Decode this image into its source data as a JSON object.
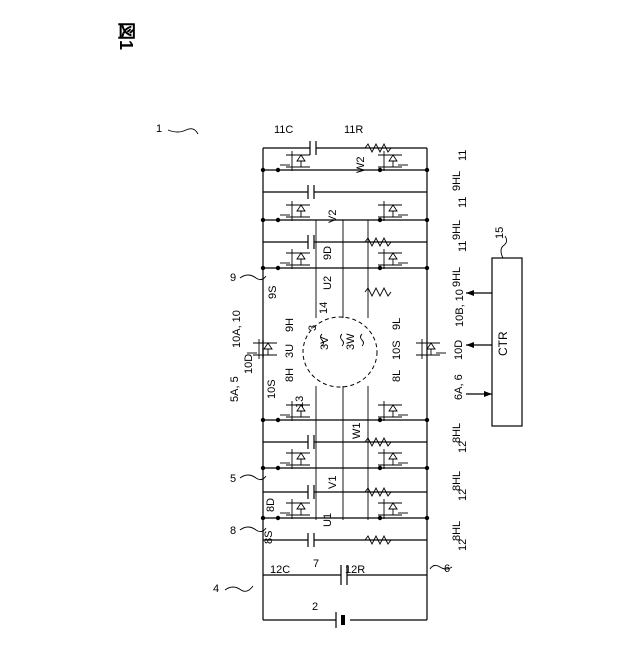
{
  "figure_title": "図1",
  "refs": {
    "r1": "1",
    "r2": "2",
    "r3": "3",
    "r4": "4",
    "r5": "5",
    "r6": "6",
    "r7": "7",
    "r8": "8",
    "r9": "9",
    "r13": "13",
    "r14": "14",
    "r15": "15",
    "c11C": "11C",
    "r11R": "11R",
    "c12C": "12C",
    "r12R": "12R",
    "nW2": "W2",
    "nV2": "V2",
    "nU2": "U2",
    "nW1": "W1",
    "nV1": "V1",
    "nU1": "U1",
    "n9D": "9D",
    "n9S": "9S",
    "n9H": "9H",
    "n9L": "9L",
    "n8H": "8H",
    "n8L": "8L",
    "n8S": "8S",
    "n8D": "8D",
    "n10D": "10D",
    "n10S_a": "10S",
    "n10S_b": "10S",
    "n10A10": "10A, 10",
    "n5A5": "5A, 5",
    "n6A6": "6A, 6",
    "n10B10": "10B, 10",
    "n10D_b": "10D",
    "c3U": "3U",
    "c3V": "3V",
    "c3W": "3W",
    "hl9": "9HL",
    "hl8": "8HL",
    "n11": "11",
    "n12": "12",
    "ctr": "CTR"
  }
}
